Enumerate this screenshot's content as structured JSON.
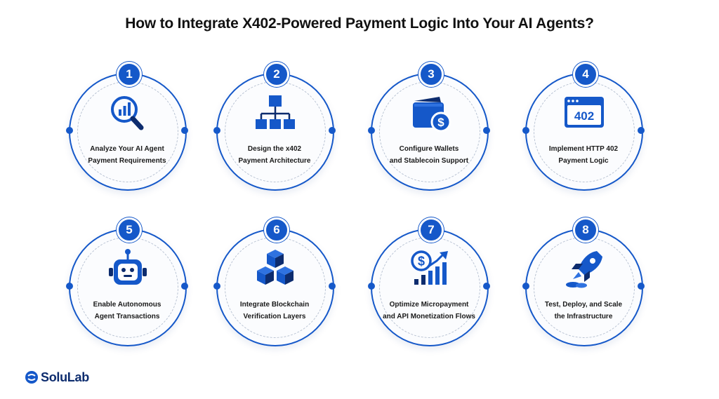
{
  "title": "How to Integrate X402-Powered Payment Logic Into Your AI Agents?",
  "accent_color": "#1558c9",
  "steps": [
    {
      "number": "1",
      "icon": "magnifier-chart-icon",
      "line1": "Analyze Your AI Agent",
      "line2": "Payment Requirements"
    },
    {
      "number": "2",
      "icon": "hierarchy-icon",
      "line1": "Design the x402",
      "line2": "Payment Architecture"
    },
    {
      "number": "3",
      "icon": "wallet-dollar-icon",
      "line1": "Configure Wallets",
      "line2": "and Stablecoin Support"
    },
    {
      "number": "4",
      "icon": "browser-402-icon",
      "icon_text": "402",
      "line1": "Implement HTTP 402",
      "line2": "Payment Logic"
    },
    {
      "number": "5",
      "icon": "robot-icon",
      "line1": "Enable Autonomous",
      "line2": "Agent Transactions"
    },
    {
      "number": "6",
      "icon": "blocks-icon",
      "line1": "Integrate Blockchain",
      "line2": "Verification Layers"
    },
    {
      "number": "7",
      "icon": "dollar-growth-icon",
      "line1": "Optimize Micropayment",
      "line2": "and API Monetization Flows"
    },
    {
      "number": "8",
      "icon": "rocket-icon",
      "line1": "Test, Deploy, and Scale",
      "line2": "the Infrastructure"
    }
  ],
  "brand": "SoluLab"
}
